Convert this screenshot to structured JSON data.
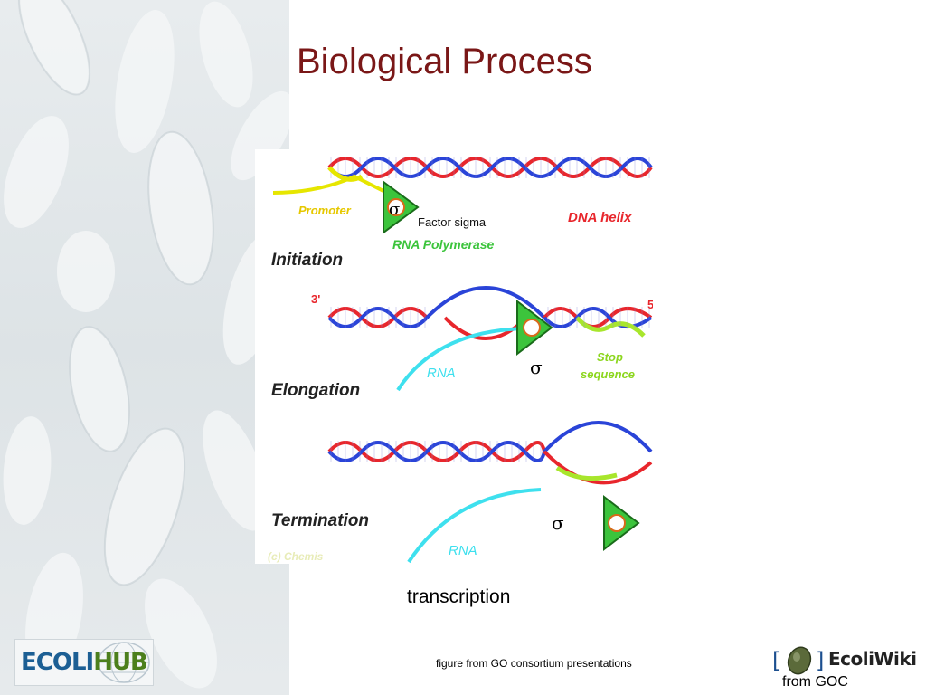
{
  "slide": {
    "title": "Biological Process",
    "caption": "transcription",
    "credit": "figure from GO consortium presentations",
    "source": "from GOC"
  },
  "diagram": {
    "stages": {
      "initiation": "Initiation",
      "elongation": "Elongation",
      "termination": "Termination"
    },
    "labels": {
      "promoter": "Promoter",
      "dna_helix": "DNA helix",
      "factor_sigma": "Factor sigma",
      "sigma": "σ",
      "rna_polymerase": "RNA Polymerase",
      "three_prime": "3'",
      "five_prime": "5'",
      "rna": "RNA",
      "stop": "Stop",
      "sequence": "sequence",
      "copyright": "(c) Chemis"
    },
    "colors": {
      "strand_red": "#e8262c",
      "strand_blue": "#2a44d8",
      "promoter": "#e6e600",
      "stop_sequence": "#a8e62c",
      "rna": "#3ee0ee",
      "polymerase": "#3cc43c",
      "stage_label": "#222222",
      "title": "#7a1717"
    }
  },
  "logos": {
    "ecolihub_part1": "ECOLI",
    "ecolihub_part2": "HUB",
    "ecoliwiki": "EcoliWiki"
  }
}
